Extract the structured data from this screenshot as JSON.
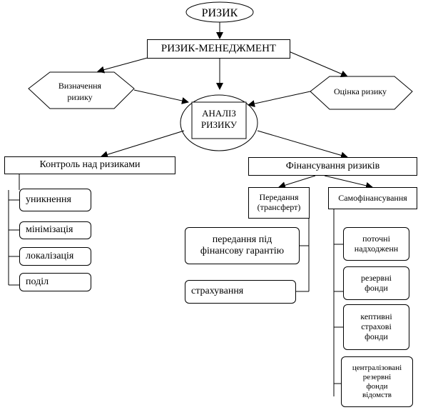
{
  "nodes": {
    "risk": "РИЗИК",
    "risk_management": "РИЗИК-МЕНЕДЖМЕНТ",
    "risk_identification_line1": "Визначення",
    "risk_identification_line2": "ризику",
    "risk_assessment": "Оцінка ризику",
    "risk_analysis_line1": "АНАЛІЗ",
    "risk_analysis_line2": "РИЗИКУ",
    "risk_control": "Контроль над ризиками",
    "risk_financing": "Фінансування ризиків"
  },
  "control_methods": [
    "уникнення",
    "мінімізація",
    "локалізація",
    "поділ"
  ],
  "transfer": {
    "title_line1": "Передання",
    "title_line2": "(трансферт)",
    "items": [
      {
        "line1": "передання під",
        "line2": "фінансову гарантію"
      },
      {
        "line1": "страхування",
        "line2": ""
      }
    ]
  },
  "self_financing": {
    "title": "Самофінансування",
    "items": [
      {
        "lines": [
          "поточні",
          "надходженн"
        ]
      },
      {
        "lines": [
          "резервні",
          "фонди"
        ]
      },
      {
        "lines": [
          "кептивні",
          "страхові",
          "фонди"
        ]
      },
      {
        "lines": [
          "централізовані",
          "резервні",
          "фонди",
          "відомств"
        ]
      }
    ]
  }
}
